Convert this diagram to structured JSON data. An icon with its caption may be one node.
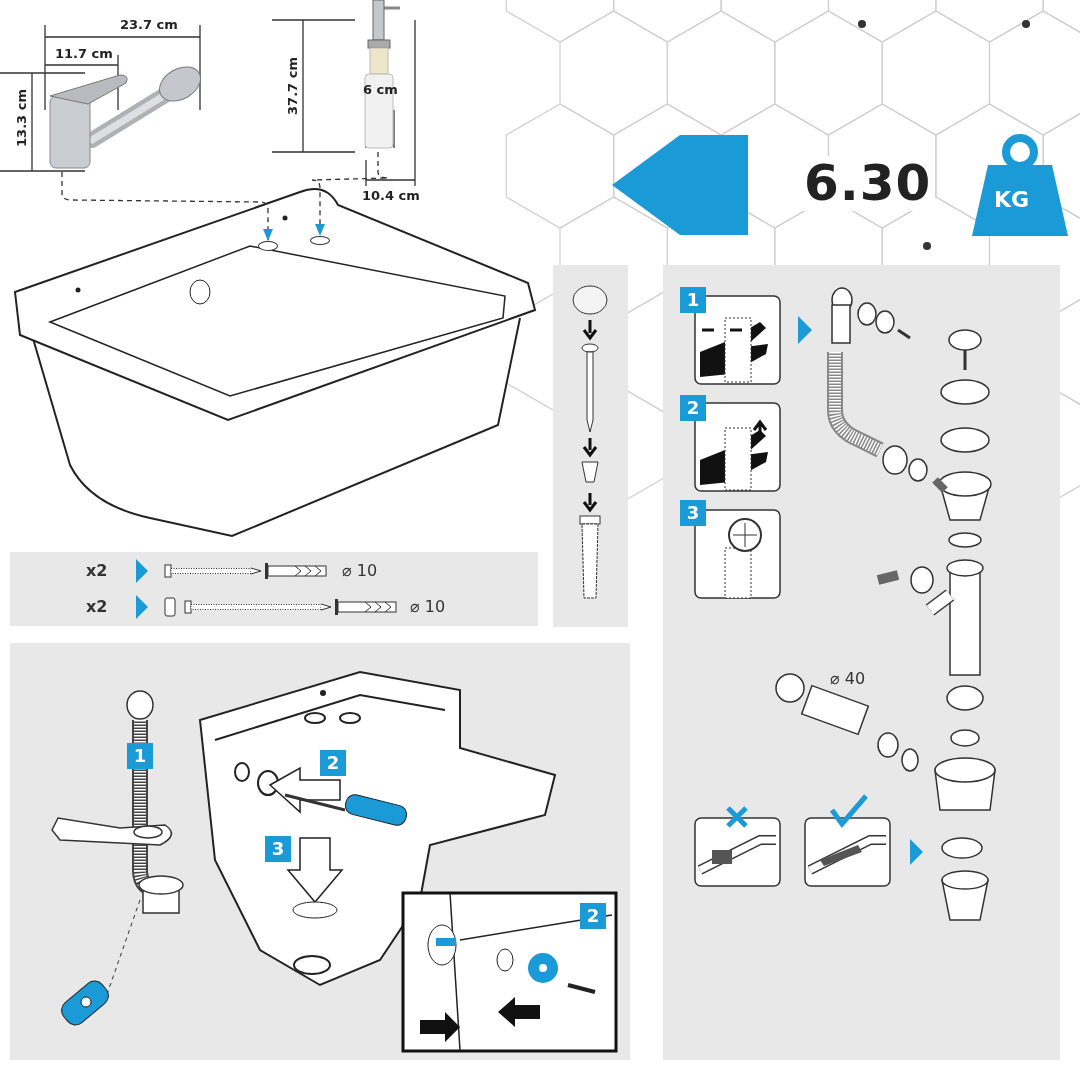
{
  "diagram": {
    "nodes": [
      {
        "text": [],
        "shape": "picture"
      },
      {
        "text": [],
        "shape": "picture"
      },
      {
        "text": [],
        "shape": "picture"
      },
      {
        "text": [],
        "shape": "circle",
        "in": 2
      },
      {
        "text": [],
        "shape": "circle",
        "in": 2
      }
    ],
    "edges": [
      {
        "from": 0,
        "to": 3,
        "arrow": "to",
        "style": "dashed"
      },
      {
        "from": 1,
        "to": 4,
        "arrow": "to",
        "style": "dashed"
      }
    ],
    "labels": [
      "23.7 cm",
      "11.7 cm",
      "13.3 cm",
      "37.7 cm",
      "6 cm",
      "10.4 cm",
      "6.30",
      "KG",
      "x2",
      "⌀ 10",
      "x2",
      "⌀ 10",
      "1",
      "2",
      "3",
      "⌀ 40",
      "1",
      "2",
      "3",
      "2"
    ]
  }
}
